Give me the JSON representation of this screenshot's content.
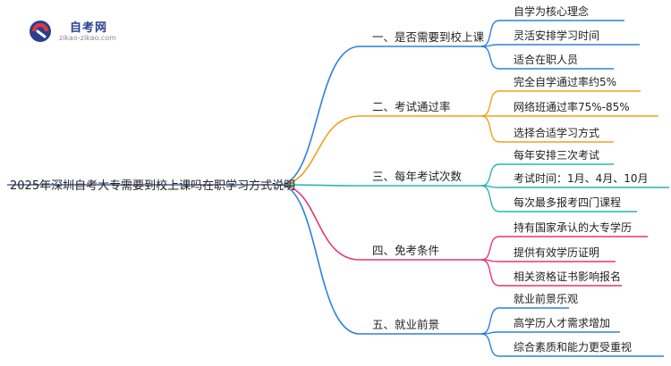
{
  "logo": {
    "title": "自考网",
    "subtitle": "zikao-zikao.com",
    "icon": "zikao-logo-icon"
  },
  "root": {
    "label": "2025年深圳自考大专需要到校上课吗在职学习方式说明"
  },
  "colors": {
    "root_line": "#4a5fa8",
    "branches": [
      "#2f80d8",
      "#f0a020",
      "#2bb3b3",
      "#e8356f",
      "#2f80d8"
    ]
  },
  "branches": [
    {
      "label": "一、是否需要到校上课",
      "children": [
        "自学为核心理念",
        "灵活安排学习时间",
        "适合在职人员"
      ]
    },
    {
      "label": "二、考试通过率",
      "children": [
        "完全自学通过率约5%",
        "网络班通过率75%-85%",
        "选择合适学习方式"
      ]
    },
    {
      "label": "三、每年考试次数",
      "children": [
        "每年安排三次考试",
        "考试时间：1月、4月、10月",
        "每次最多报考四门课程"
      ]
    },
    {
      "label": "四、免考条件",
      "children": [
        "持有国家承认的大专学历",
        "提供有效学历证明",
        "相关资格证书影响报名"
      ]
    },
    {
      "label": "五、就业前景",
      "children": [
        "就业前景乐观",
        "高学历人才需求增加",
        "综合素质和能力更受重视"
      ]
    }
  ]
}
